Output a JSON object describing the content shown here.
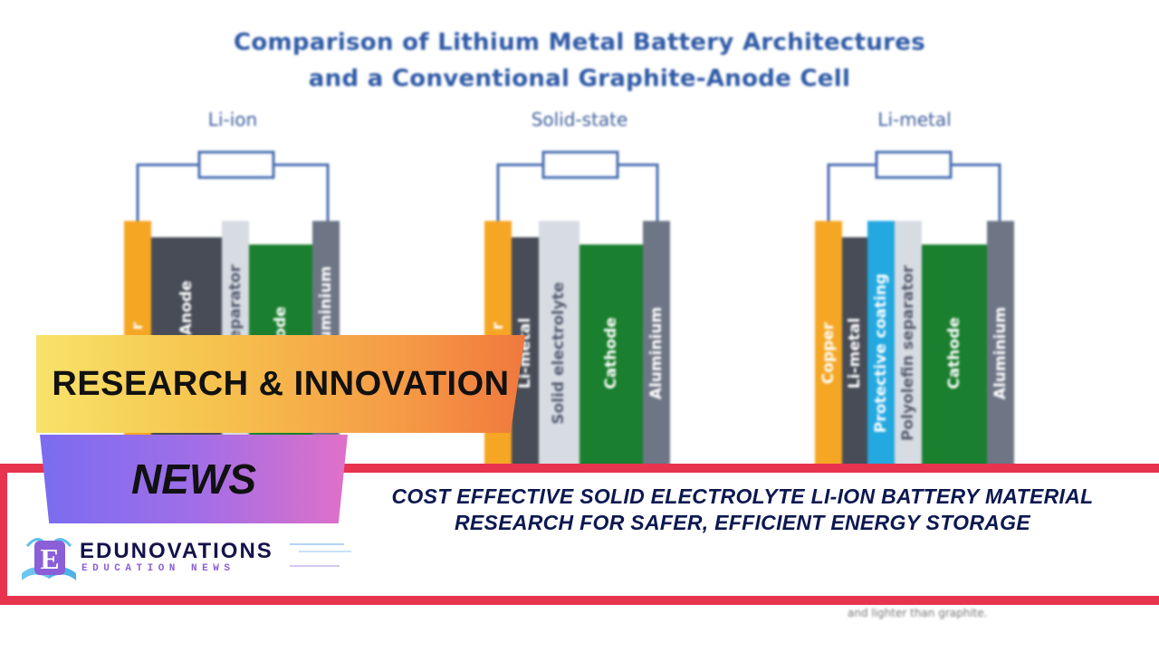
{
  "diagram": {
    "title_line1": "Comparison of Lithium Metal Battery Architectures",
    "title_line2": "and a Conventional Graphite-Anode Cell",
    "cells": [
      {
        "label": "Li-ion",
        "layers": [
          "r",
          "Anode",
          "Separator",
          "ode",
          "Aluminium"
        ]
      },
      {
        "label": "Solid-state",
        "layers": [
          "r",
          "Li-metal",
          "Solid electrolyte",
          "Cathode",
          "Aluminium"
        ]
      },
      {
        "label": "Li-metal",
        "layers": [
          "Copper",
          "Li-metal",
          "Protective coating",
          "Polyolefin separator",
          "Cathode",
          "Aluminium"
        ]
      }
    ],
    "footnote": "and lighter than graphite."
  },
  "banner": {
    "category": "RESEARCH & INNOVATION",
    "section": "NEWS",
    "headline": "COST EFFECTIVE SOLID ELECTROLYTE LI-ION BATTERY MATERIAL RESEARCH FOR SAFER, EFFICIENT ENERGY STORAGE"
  },
  "logo": {
    "letter": "E",
    "name": "EDUNOVATIONS",
    "tagline": "EDUCATION NEWS"
  },
  "colors": {
    "copper": "#f5a623",
    "anode": "#474c56",
    "separator": "#d7dbe2",
    "cathode": "#1a7f2e",
    "aluminium": "#6e7686",
    "coating": "#23a8e0",
    "wire": "#4a6fb3",
    "accent_red": "#e8334f"
  }
}
